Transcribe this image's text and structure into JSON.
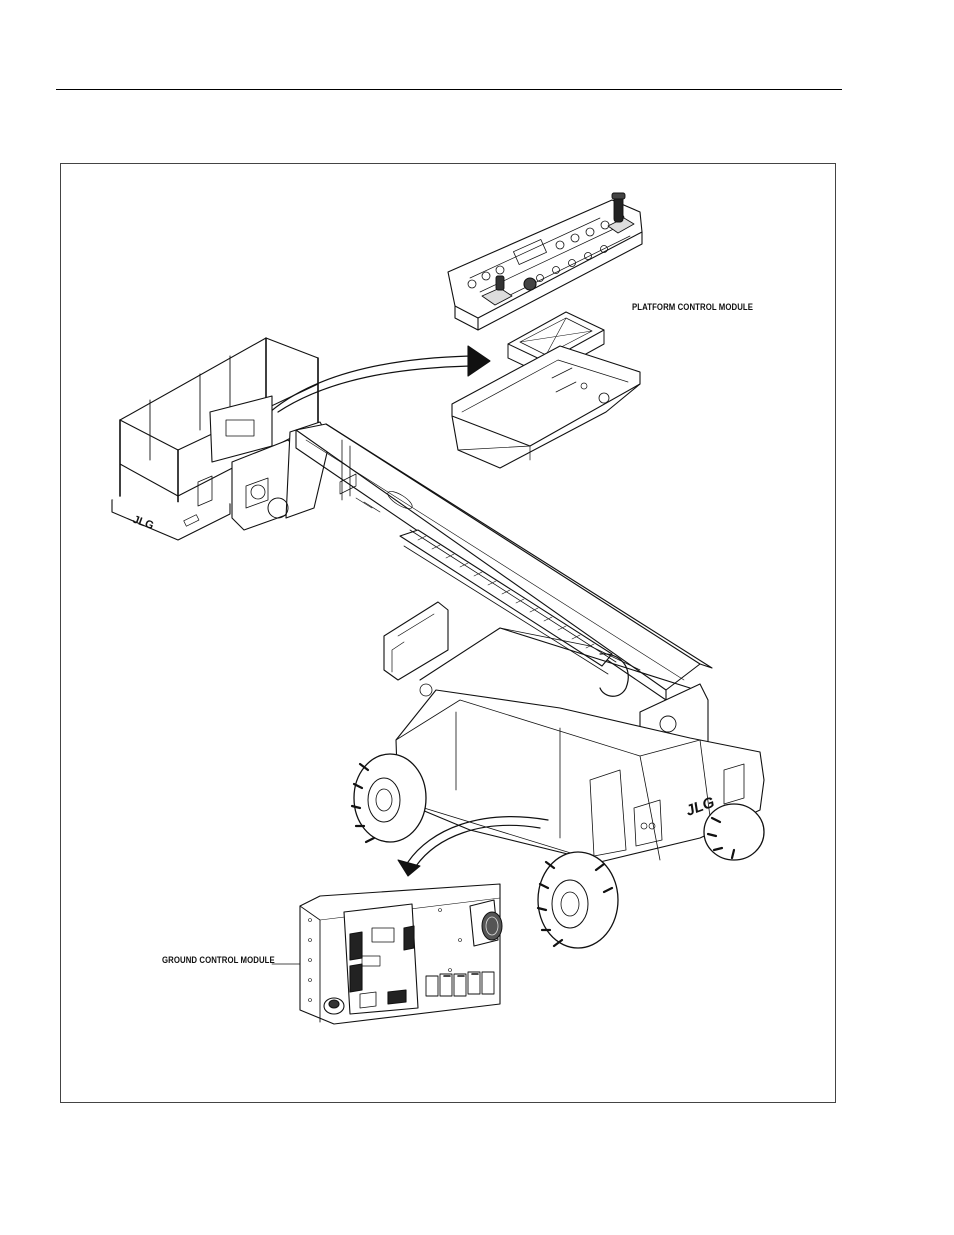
{
  "figure": {
    "callouts": {
      "platform_module": "PLATFORM CONTROL MODULE",
      "ground_module": "GROUND CONTROL MODULE"
    },
    "brand_mark": "JLG"
  }
}
